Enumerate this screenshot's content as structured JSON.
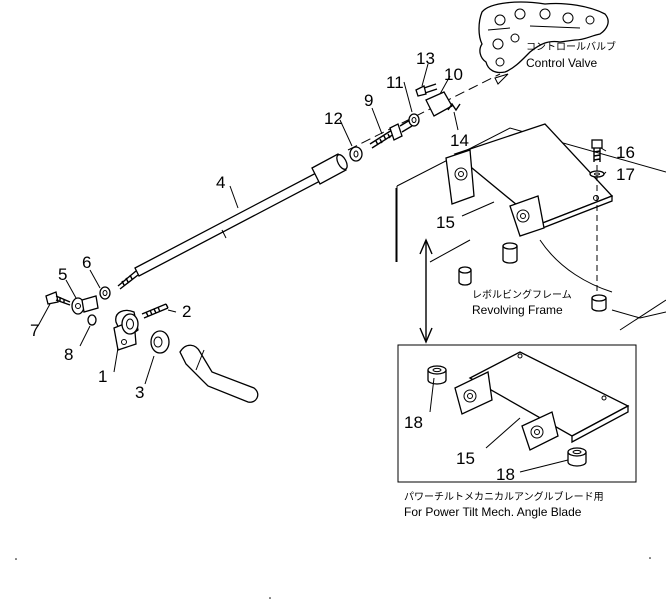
{
  "captions": {
    "control_valve_jp": "コントロールバルブ",
    "control_valve_en": "Control Valve",
    "revolving_frame_jp": "レボルビングフレーム",
    "revolving_frame_en": "Revolving Frame",
    "power_tilt_jp": "パワーチルトメカニカルアングルブレード用",
    "power_tilt_en": "For Power Tilt Mech. Angle Blade"
  },
  "callouts": [
    "1",
    "2",
    "3",
    "4",
    "5",
    "6",
    "7",
    "8",
    "9",
    "10",
    "11",
    "12",
    "13",
    "14",
    "15",
    "15",
    "16",
    "17",
    "18",
    "18"
  ]
}
